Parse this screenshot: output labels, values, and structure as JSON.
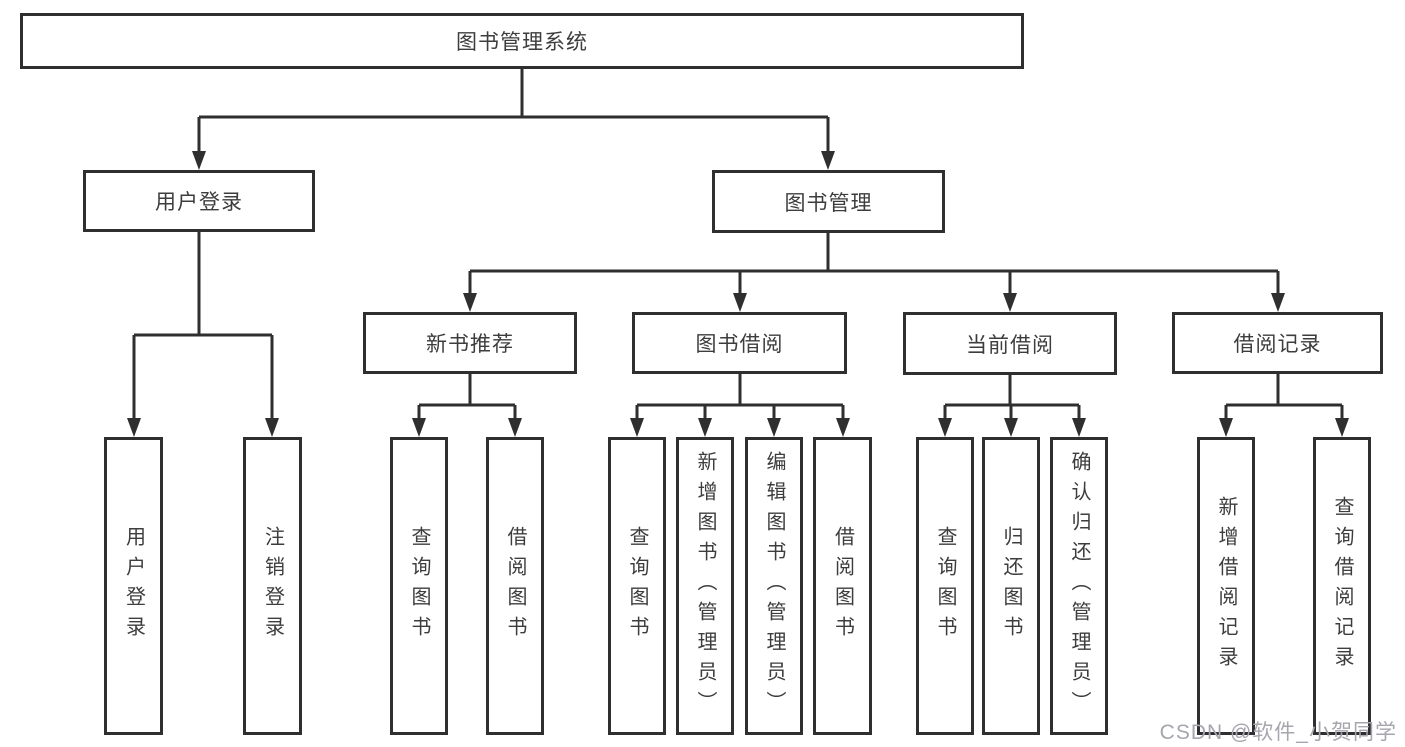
{
  "diagram": {
    "type": "function-structure-tree",
    "title": "图书管理系统",
    "watermark": "CSDN @软件_小贺同学",
    "colors": {
      "line": "#2f2f2f",
      "text": "#3d3d3d",
      "watermark": "#a6a6ae",
      "background": "#ffffff"
    },
    "root": {
      "id": "root",
      "label": "图书管理系统"
    },
    "level1": [
      {
        "id": "user-login",
        "label": "用户登录",
        "parent": "root"
      },
      {
        "id": "book-management",
        "label": "图书管理",
        "parent": "root"
      }
    ],
    "level2": [
      {
        "id": "new-book-recommend",
        "label": "新书推荐",
        "parent": "book-management"
      },
      {
        "id": "book-borrowing",
        "label": "图书借阅",
        "parent": "book-management"
      },
      {
        "id": "current-borrowing",
        "label": "当前借阅",
        "parent": "book-management"
      },
      {
        "id": "borrowing-records",
        "label": "借阅记录",
        "parent": "book-management"
      }
    ],
    "leaves": {
      "user_login": [
        {
          "label": "用户登录"
        },
        {
          "label": "注销登录"
        }
      ],
      "new_book": [
        {
          "label": "查询图书"
        },
        {
          "label": "借阅图书"
        }
      ],
      "book_borrow": [
        {
          "label": "查询图书"
        },
        {
          "label": "新增图书（管理员）"
        },
        {
          "label": "编辑图书（管理员）"
        },
        {
          "label": "借阅图书"
        }
      ],
      "current_borrow": [
        {
          "label": "查询图书"
        },
        {
          "label": "归还图书"
        },
        {
          "label": "确认归还（管理员）"
        }
      ],
      "borrow_record": [
        {
          "label": "新增借阅记录"
        },
        {
          "label": "查询借阅记录"
        }
      ]
    }
  }
}
